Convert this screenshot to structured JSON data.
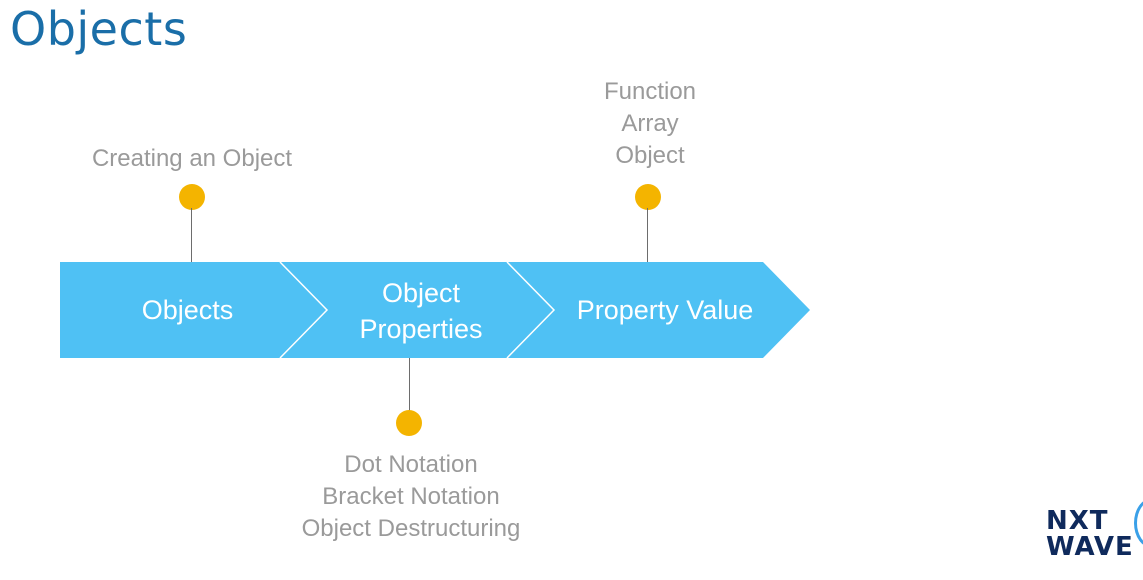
{
  "title": "Objects",
  "stages": [
    {
      "label_lines": [
        "Objects"
      ]
    },
    {
      "label_lines": [
        "Object",
        "Properties"
      ]
    },
    {
      "label_lines": [
        "Property Value"
      ]
    }
  ],
  "annotations": {
    "creating": [
      "Creating an Object"
    ],
    "property_value": [
      "Function",
      "Array",
      "Object"
    ],
    "access": [
      "Dot Notation",
      "Bracket Notation",
      "Object Destructuring"
    ]
  },
  "logo": {
    "line1": "NXT",
    "line2": "WAVE"
  },
  "colors": {
    "title": "#1a6ea8",
    "arrow": "#4fc1f4",
    "dot": "#f4b400",
    "note_text": "#9a9a9a"
  }
}
